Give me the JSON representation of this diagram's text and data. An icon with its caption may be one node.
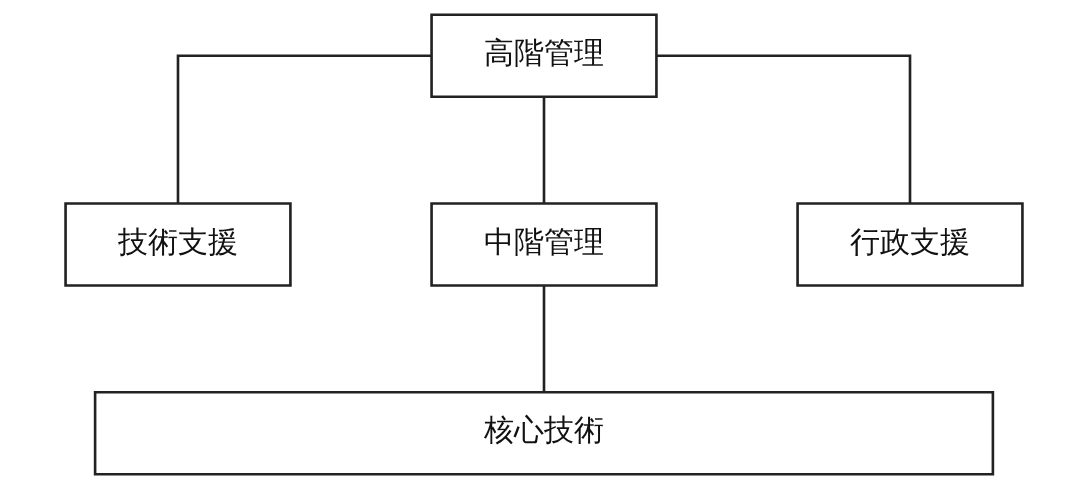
{
  "diagram": {
    "nodes": [
      {
        "text": [
          "高階管理"
        ]
      },
      {
        "text": [
          "技術支援"
        ]
      },
      {
        "text": [
          "中階管理"
        ]
      },
      {
        "text": [
          "行政支援"
        ]
      },
      {
        "text": [
          "核心技術"
        ]
      }
    ],
    "edges": [
      {
        "from": 0,
        "to": 1,
        "arrow": "none"
      },
      {
        "from": 0,
        "to": 2,
        "arrow": "none"
      },
      {
        "from": 0,
        "to": 3,
        "arrow": "none"
      },
      {
        "from": 2,
        "to": 4,
        "arrow": "none"
      }
    ]
  }
}
